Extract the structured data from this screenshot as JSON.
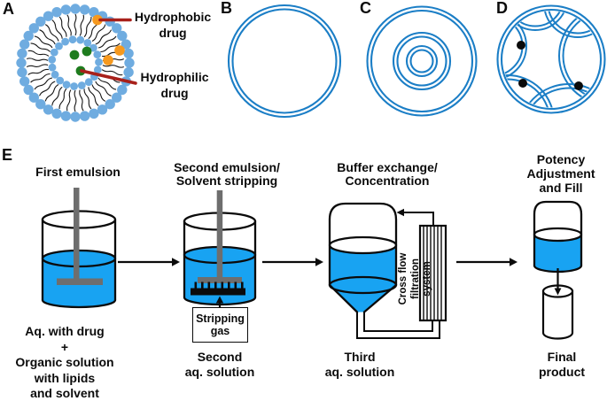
{
  "panel_labels": {
    "a": "A",
    "b": "B",
    "c": "C",
    "d": "D",
    "e": "E"
  },
  "panel_a": {
    "hydrophobic_label": "Hydrophobic\ndrug",
    "hydrophilic_label": "Hydrophilic\ndrug"
  },
  "process": {
    "steps": [
      {
        "title": "First emulsion",
        "caption": "Aq. with drug\n+\nOrganic solution\nwith lipids\nand solvent"
      },
      {
        "title": "Second emulsion/\nSolvent stripping",
        "caption": "Second\naq. solution",
        "gas_box_label": "Stripping\ngas"
      },
      {
        "title": "Buffer exchange/\nConcentration",
        "caption": "Third\naq. solution",
        "filter_label": "Cross flow\nfiltration system"
      },
      {
        "title": "Potency\nAdjustment\nand Fill",
        "caption": "Final\nproduct"
      }
    ]
  },
  "colors": {
    "liquid-blue": "#18A3F2",
    "membrane-blue": "#1B7EC6",
    "lipid-head-blue": "#6FACE0",
    "drug-orange": "#F6991E",
    "drug-green": "#1E7C1E",
    "pointer-red": "#A8201A",
    "stirrer-gray": "#6E6E6E",
    "ink": "#0B0B0B"
  }
}
